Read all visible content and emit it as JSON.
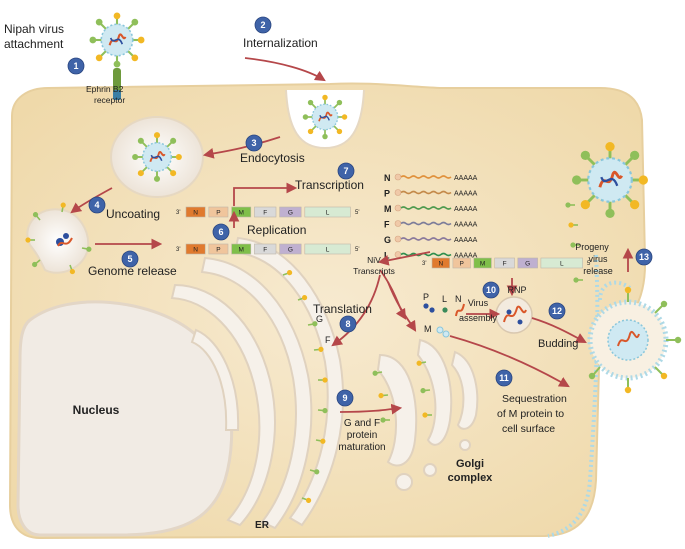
{
  "labels": {
    "nipah_attachment_line1": "Nipah virus",
    "nipah_attachment_line2": "attachment",
    "receptor_line1": "Ephrin B2",
    "receptor_line2": "receptor",
    "internalization": "Internalization",
    "endocytosis": "Endocytosis",
    "uncoating": "Uncoating",
    "genome_release": "Genome release",
    "replication": "Replication",
    "transcription": "Transcription",
    "niv_line1": "NiV",
    "niv_line2": "Transcripts",
    "translation": "Translation",
    "g_label": "G",
    "f_label": "F",
    "virus_assembly_line1": "Virus",
    "virus_assembly_line2": "assembly",
    "rnp": "RNP",
    "budding": "Budding",
    "progeny_line1": "Progeny",
    "progeny_line2": "virus",
    "progeny_line3": "release",
    "sequestration_line1": "Sequestration",
    "sequestration_line2": "of M protein to",
    "sequestration_line3": "cell surface",
    "gf_line1": "G and F",
    "gf_line2": "protein",
    "gf_line3": "maturation",
    "nucleus": "Nucleus",
    "golgi_line1": "Golgi",
    "golgi_line2": "complex",
    "er": "ER",
    "p_small": "P",
    "l_small": "L",
    "n_small": "N",
    "m_small": "M"
  },
  "steps": [
    "1",
    "2",
    "3",
    "4",
    "5",
    "6",
    "7",
    "8",
    "9",
    "10",
    "11",
    "12",
    "13"
  ],
  "genome": {
    "prime3": "3'",
    "prime5": "5'",
    "genes": [
      "N",
      "P",
      "M",
      "F",
      "G",
      "L"
    ]
  },
  "transcripts": [
    {
      "gene": "N",
      "tail": "AAAAA",
      "color": "#e0913c"
    },
    {
      "gene": "P",
      "tail": "AAAAA",
      "color": "#c48a4a"
    },
    {
      "gene": "M",
      "tail": "AAAAA",
      "color": "#4f9a4f"
    },
    {
      "gene": "F",
      "tail": "AAAAA",
      "color": "#7d7d9a"
    },
    {
      "gene": "G",
      "tail": "AAAAA",
      "color": "#8a7a9c"
    },
    {
      "gene": "L",
      "tail": "AAAAA",
      "color": "#2f8f4f"
    }
  ],
  "colors": {
    "cell": "#f3e2bd",
    "arrow": "#b5474a",
    "badge": "#3f63a8",
    "gene_N": "#e07a2e",
    "gene_P": "#f0c59c",
    "gene_M": "#7fbf4a",
    "gene_F": "#d9d9d9",
    "gene_G": "#bfb0d0",
    "gene_L": "#d7ead3"
  }
}
